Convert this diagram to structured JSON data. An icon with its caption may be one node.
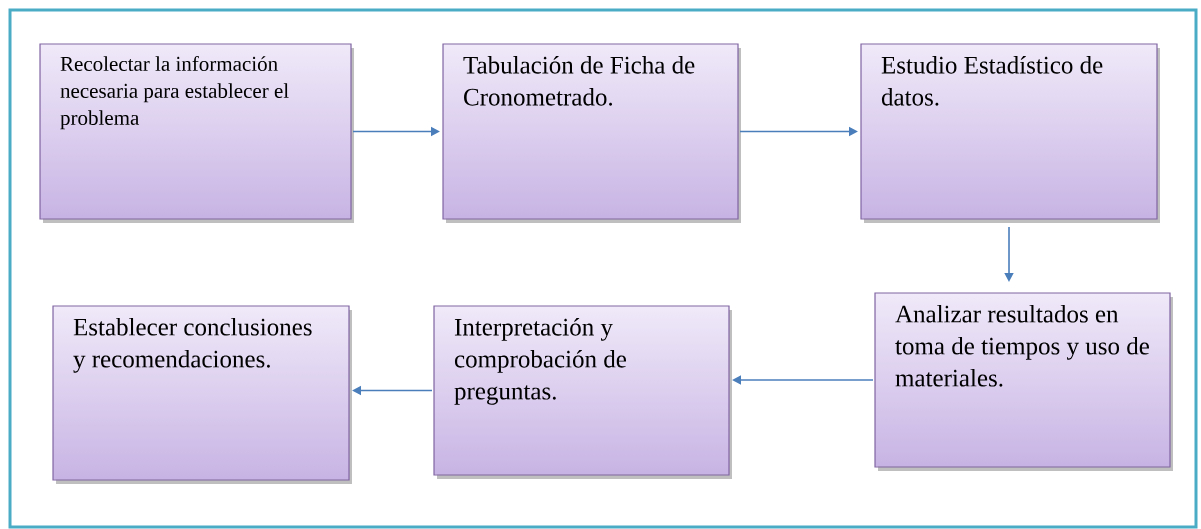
{
  "diagram": {
    "nodes": [
      {
        "text": [
          "Recolectar la información necesaria para establecer el problema"
        ]
      },
      {
        "text": [
          "Tabulación de Ficha de Cronometrado."
        ]
      },
      {
        "text": [
          "Estudio Estadístico de datos."
        ]
      },
      {
        "text": [
          "Analizar resultados en toma de tiempos y uso de materiales."
        ]
      },
      {
        "text": [
          "Interpretación y comprobación de preguntas."
        ]
      },
      {
        "text": [
          "Establecer conclusiones y recomendaciones."
        ]
      }
    ],
    "edges": [
      {
        "from": 0,
        "to": 1,
        "arrow": "to"
      },
      {
        "from": 1,
        "to": 2,
        "arrow": "to"
      },
      {
        "from": 2,
        "to": 3,
        "arrow": "to"
      },
      {
        "from": 3,
        "to": 4,
        "arrow": "to"
      },
      {
        "from": 4,
        "to": 5,
        "arrow": "to"
      }
    ]
  }
}
